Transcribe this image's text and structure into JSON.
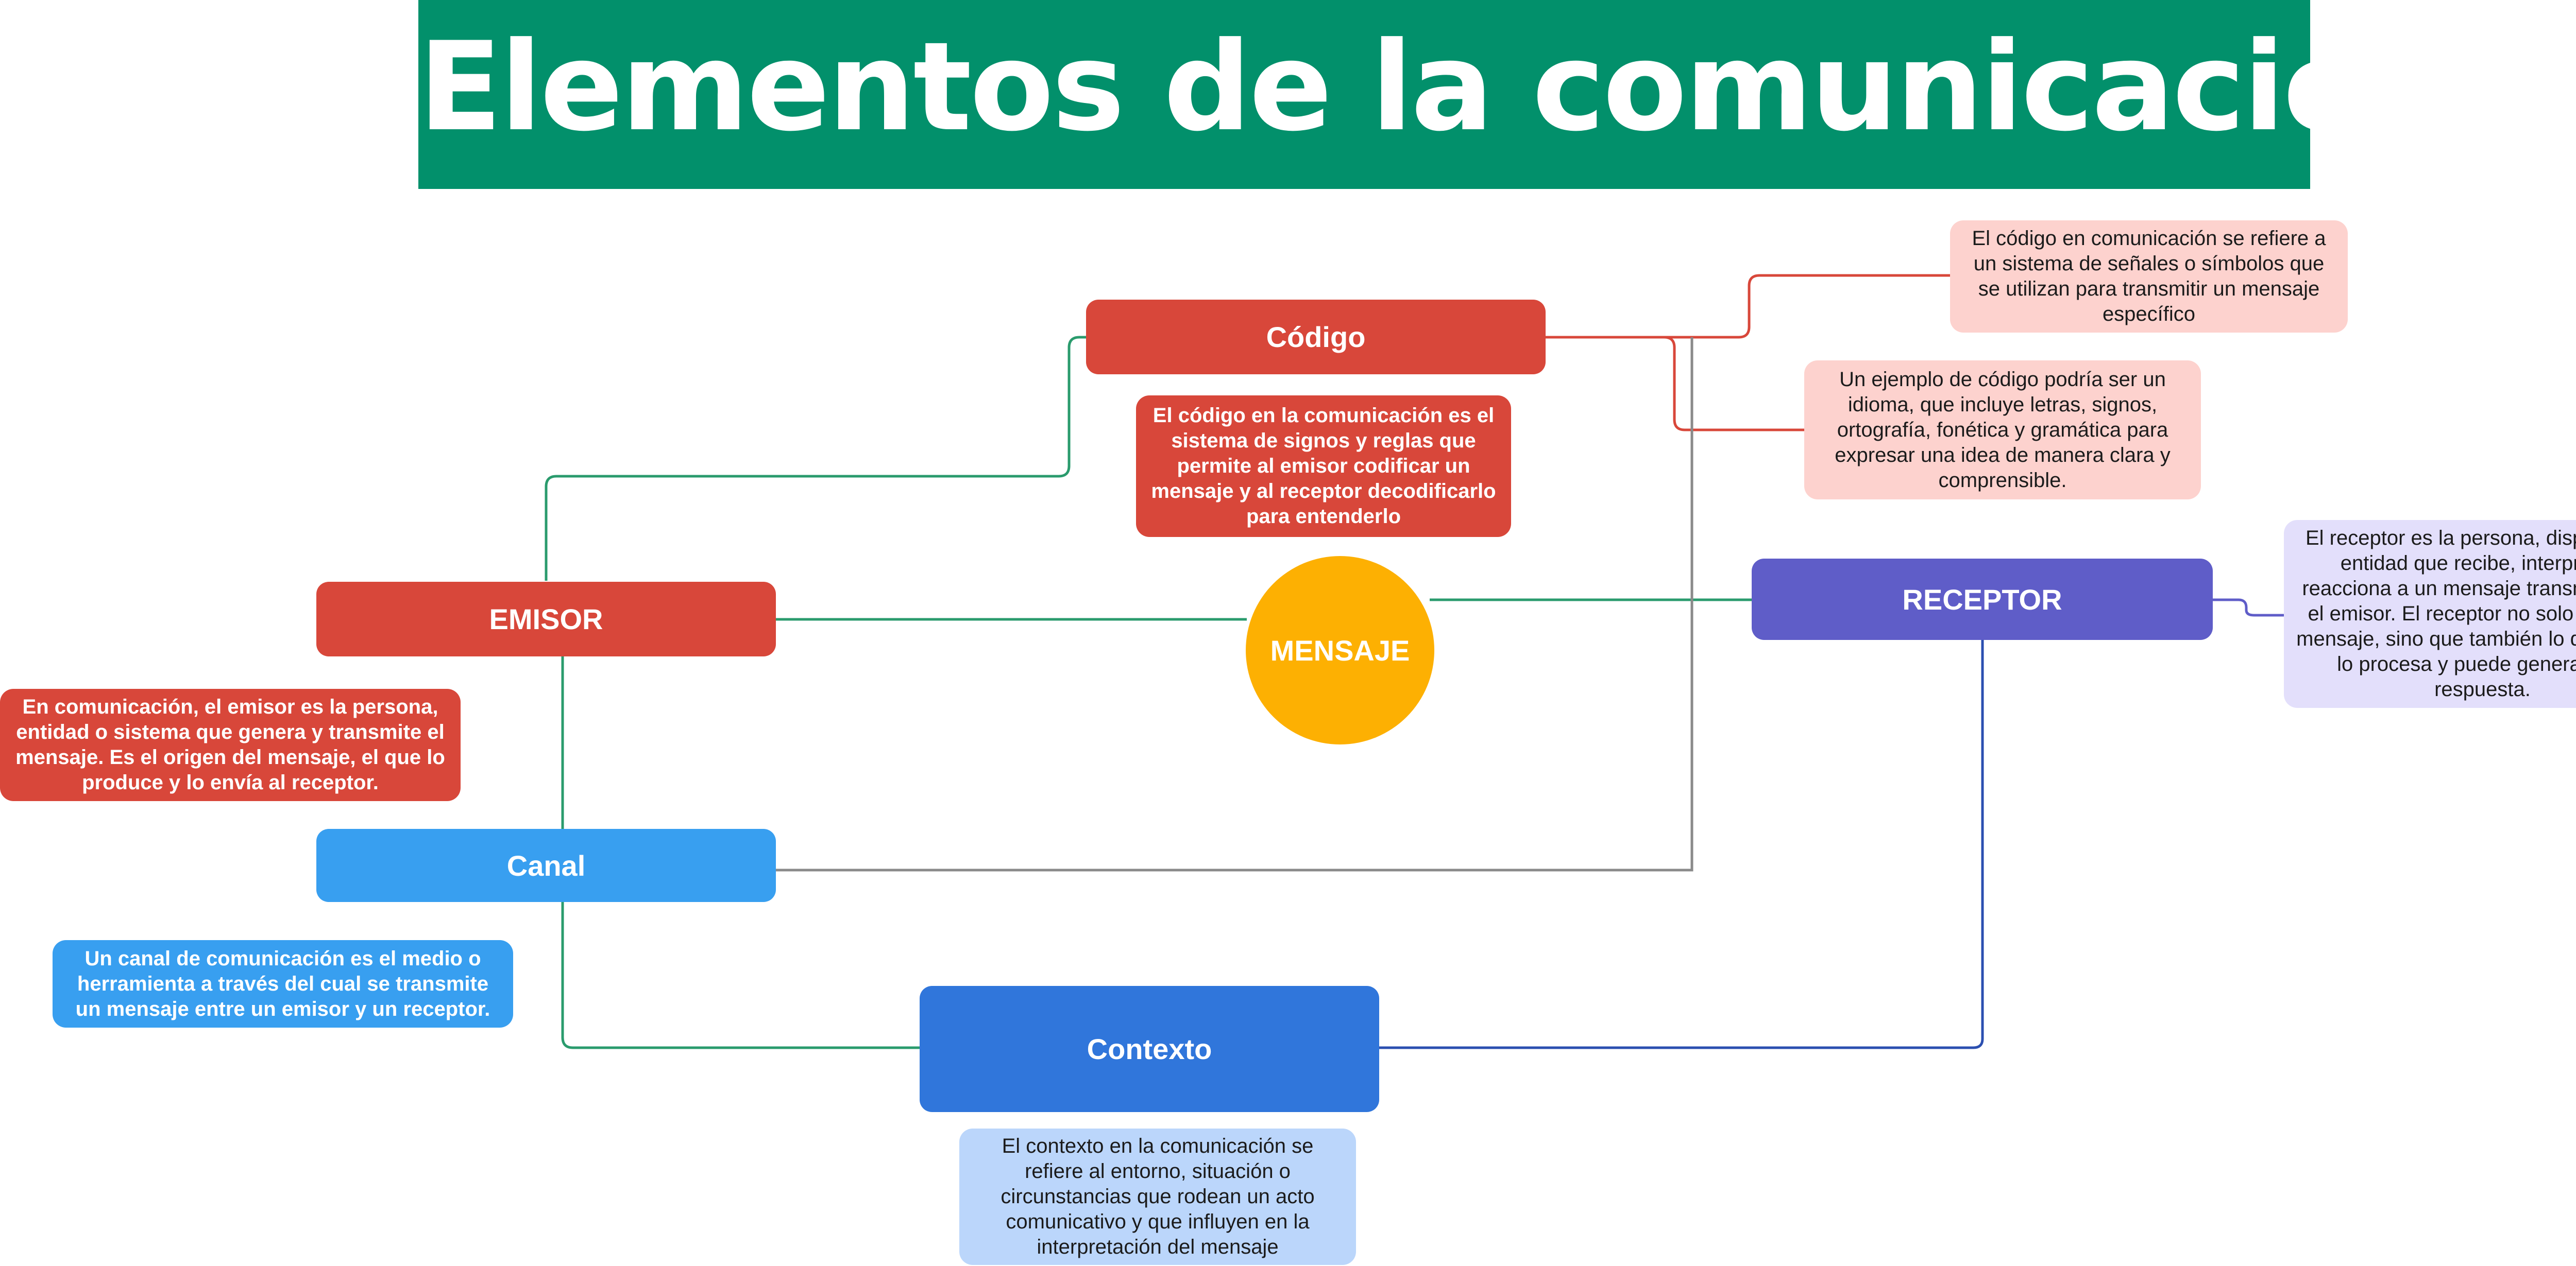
{
  "title": "Elementos de la comunicación",
  "colors": {
    "title_bg": "#02906b",
    "emisor": "#d8473a",
    "codigo": "#d8473a",
    "receptor": "#5f5dc8",
    "canal": "#389ff0",
    "contexto": "#3076db",
    "mensaje": "#fdb002",
    "link_green": "#2a9b6d",
    "link_red": "#d8473a",
    "link_gray": "#8a8a8a",
    "link_blue": "#2b4fb0"
  },
  "nodes": {
    "codigo": "Código",
    "emisor": "EMISOR",
    "mensaje": "MENSAJE",
    "receptor": "RECEPTOR",
    "canal": "Canal",
    "contexto": "Contexto"
  },
  "notes": {
    "codigo_def": "El código en la comunicación es el sistema de signos y reglas que permite al emisor codificar un mensaje y al receptor decodificarlo para entenderlo",
    "codigo_refiere": "El código en comunicación se refiere a un sistema de señales o símbolos que se utilizan para transmitir un mensaje específico",
    "codigo_ejemplo": "Un ejemplo de código podría ser un idioma, que incluye letras, signos, ortografía, fonética y gramática para expresar una idea de manera clara y comprensible.",
    "receptor_def": "El receptor es la persona, dispositivo o entidad que recibe, interpreta y reacciona a un mensaje transmitido por el emisor. El receptor no solo recibe el mensaje, sino que también lo decodifica, lo procesa y puede generar una respuesta.",
    "emisor_def": "En comunicación, el emisor es la persona, entidad o sistema que genera y transmite el mensaje. Es el origen del mensaje, el que lo produce y lo envía al receptor.",
    "canal_def": "Un canal de comunicación es el medio o herramienta a través del cual se transmite un mensaje entre un emisor y un receptor.",
    "contexto_def": "El contexto en la comunicación se refiere al entorno, situación o circunstancias que rodean un acto comunicativo y que influyen en la interpretación del mensaje"
  }
}
